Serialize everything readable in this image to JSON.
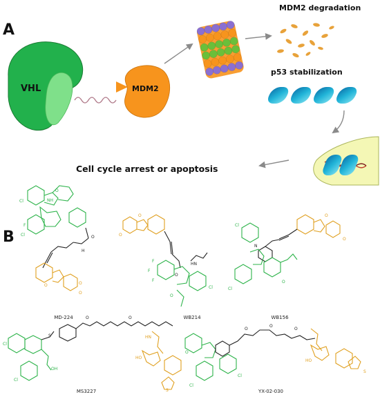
{
  "panel_a": {
    "letter": "A",
    "vhl_label": "VHL",
    "mdm2_label": "MDM2",
    "degradation_label": "MDM2 degradation",
    "stabilization_label": "p53 stabilization",
    "outcome_label": "Cell cycle arrest or apoptosis",
    "colors": {
      "vhl": "#22b14c",
      "vhl_pocket": "#7fe08a",
      "mdm2": "#f7941d",
      "p53": "#1aa6c9",
      "nucleus": "#f4f7b5"
    }
  },
  "panel_b": {
    "letter": "B",
    "compounds": [
      "MD-224",
      "WB214",
      "WB156",
      "MS3227",
      "YX-02-030"
    ],
    "colors": {
      "mdm2_ligand": "#2db34a",
      "e3_ligand": "#e0a020",
      "linker": "#222222"
    }
  }
}
